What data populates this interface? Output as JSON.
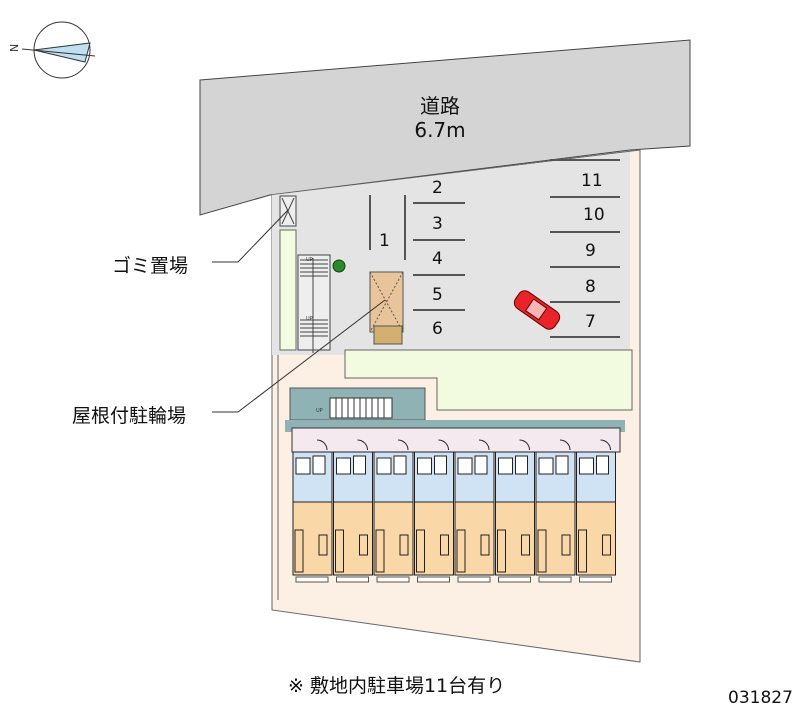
{
  "road": {
    "name": "道路",
    "width": "6.7m"
  },
  "labels": {
    "garbage": "ゴミ置場",
    "bicycle": "屋根付駐輪場"
  },
  "parking_numbers": [
    "1",
    "2",
    "3",
    "4",
    "5",
    "6",
    "7",
    "8",
    "9",
    "10",
    "11"
  ],
  "stairs_label": "UP",
  "footer_note": "※ 敷地内駐車場11台有り",
  "code": "031827",
  "compass_letter": "N",
  "unit_count": 8,
  "colors": {
    "road": "#d4d4d4",
    "parking": "#e4e4e4",
    "green": "#f2fae0",
    "unit_blue": "#cfe3f5",
    "unit_orange": "#f9d7a6",
    "lot": "#fcefe3",
    "car": "#e8232a"
  }
}
